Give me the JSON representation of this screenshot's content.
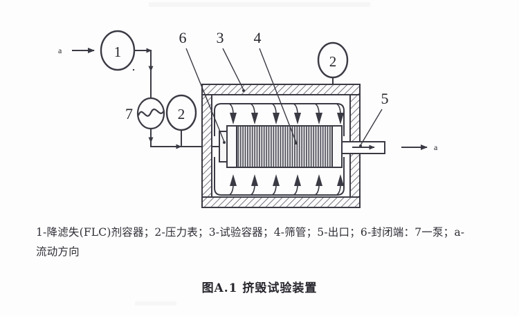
{
  "figure": {
    "caption": "图A.1 挤毁试验装置",
    "legend_line_1": "1-降滤失(FLC)剂容器；2-压力表；3-试验容器；4-筛管；5-出口；6-封闭端：7一泵；a-",
    "legend_line_2": "流动方向",
    "callouts": {
      "n1": "1",
      "n2_left": "2",
      "n2_top": "2",
      "n3": "3",
      "n4": "4",
      "n5": "5",
      "n6": "6",
      "n7": "7",
      "flow_in": "a",
      "flow_out": "a"
    },
    "components": [
      {
        "id": "1",
        "name": "降滤失(FLC)剂容器"
      },
      {
        "id": "2",
        "name": "压力表"
      },
      {
        "id": "3",
        "name": "试验容器"
      },
      {
        "id": "4",
        "name": "筛管"
      },
      {
        "id": "5",
        "name": "出口"
      },
      {
        "id": "6",
        "name": "封闭端"
      },
      {
        "id": "7",
        "name": "泵"
      },
      {
        "id": "a",
        "name": "流动方向"
      }
    ],
    "colors": {
      "ink": "#3a3a44",
      "text": "#25252c",
      "paper": "#fdfdfd",
      "hatch": "#4a4a55"
    }
  }
}
